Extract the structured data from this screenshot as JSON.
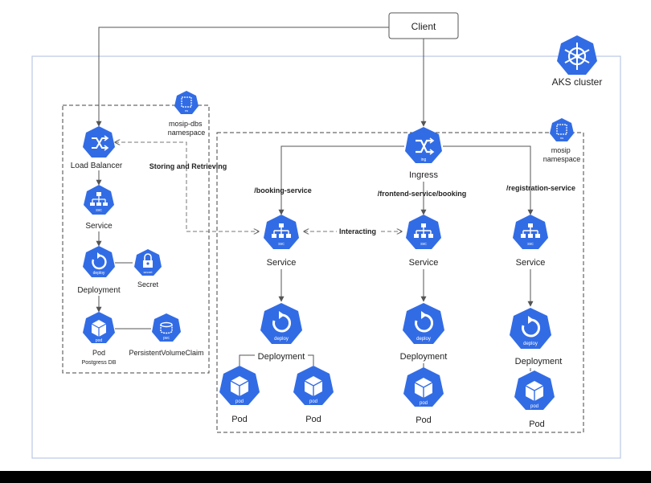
{
  "client": {
    "label": "Client"
  },
  "cluster": {
    "label": "AKS cluster"
  },
  "db_namespace": {
    "label_line1": "mosip-dbs",
    "label_line2": "namespace",
    "badge": "ns"
  },
  "app_namespace": {
    "label_line1": "mosip",
    "label_line2": "namespace",
    "badge": "ns"
  },
  "left_column": {
    "load_balancer": "Load Balancer",
    "service": "Service",
    "service_badge": "svc",
    "deployment": "Deployment",
    "deployment_badge": "deploy",
    "secret": "Secret",
    "secret_badge": "secret",
    "pod": "Pod",
    "pod_badge": "pod",
    "pod_sub": "Postgress DB",
    "pvc": "PersistentVolumeClaim",
    "pvc_badge": "pvc"
  },
  "ingress": {
    "label": "Ingress",
    "badge": "ing"
  },
  "edges": {
    "storing": "Storing and Retrieving",
    "interacting": "Interacting"
  },
  "routes": {
    "booking": "/booking-service",
    "frontend": "/frontend-service/booking",
    "registration": "/registration-service"
  },
  "app_columns": {
    "service": "Service",
    "service_badge": "svc",
    "deployment": "Deployment",
    "deployment_badge": "deploy",
    "pod": "Pod",
    "pod_badge": "pod"
  },
  "colors": {
    "k8s_blue": "#326CE5",
    "line": "#555555",
    "dash": "#7a7a7a",
    "cluster_border": "#b9c7e6"
  }
}
